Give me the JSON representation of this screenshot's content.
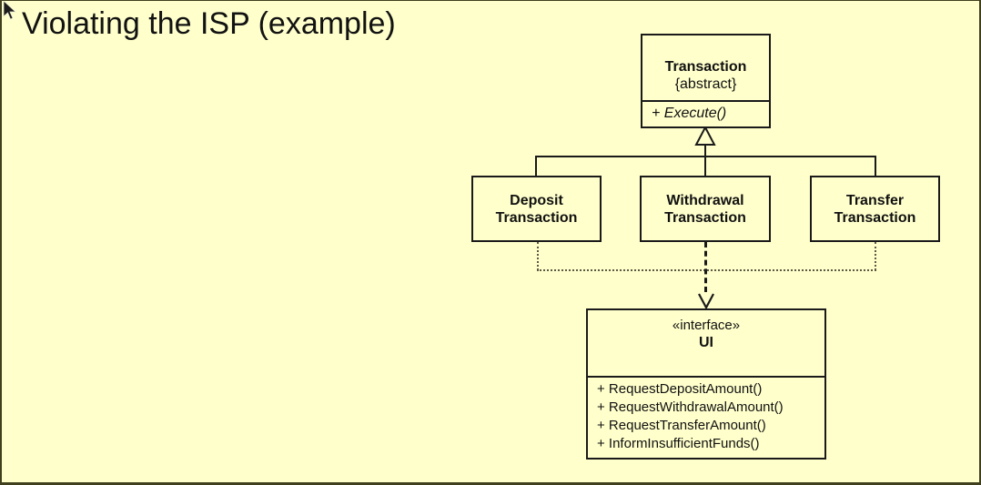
{
  "slide": {
    "title": "Violating the ISP (example)",
    "background_color": "#ffffcc",
    "border_color": "#403f1e",
    "cursor_icon": "mouse-pointer-icon"
  },
  "diagram": {
    "type": "uml-class-diagram",
    "classes": [
      {
        "id": "transaction",
        "name": "Transaction",
        "modifier": "{abstract}",
        "operations": [
          "+ Execute()"
        ],
        "abstract": true
      },
      {
        "id": "deposit",
        "name_line1": "Deposit",
        "name_line2": "Transaction",
        "operations": []
      },
      {
        "id": "withdrawal",
        "name_line1": "Withdrawal",
        "name_line2": "Transaction",
        "operations": []
      },
      {
        "id": "transfer",
        "name_line1": "Transfer",
        "name_line2": "Transaction",
        "operations": []
      },
      {
        "id": "ui",
        "stereotype": "«interface»",
        "name": "UI",
        "operations": [
          "+ RequestDepositAmount()",
          "+ RequestWithdrawalAmount()",
          "+ RequestTransferAmount()",
          "+ InformInsufficientFunds()"
        ]
      }
    ],
    "relationships": [
      {
        "kind": "generalization",
        "from": "deposit",
        "to": "transaction"
      },
      {
        "kind": "generalization",
        "from": "withdrawal",
        "to": "transaction"
      },
      {
        "kind": "generalization",
        "from": "transfer",
        "to": "transaction"
      },
      {
        "kind": "dependency",
        "from": "deposit",
        "to": "ui"
      },
      {
        "kind": "dependency",
        "from": "withdrawal",
        "to": "ui"
      },
      {
        "kind": "dependency",
        "from": "transfer",
        "to": "ui"
      }
    ],
    "colors": {
      "box_fill": "#ffffcc",
      "box_stroke": "#1a1a1a",
      "dependency_stroke": "#5b5b45"
    }
  }
}
